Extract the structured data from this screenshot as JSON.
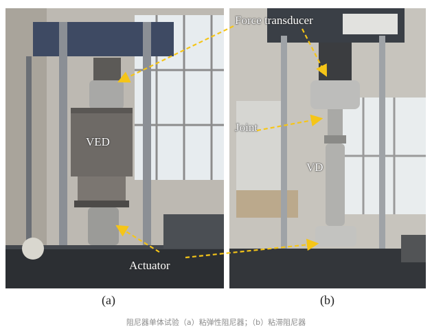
{
  "labels": {
    "ved": "VED",
    "force_transducer": "Force transducer",
    "joint": "Joint",
    "vd": "VD",
    "actuator": "Actuator"
  },
  "sublabels": {
    "a": "(a)",
    "b": "(b)"
  },
  "caption": "阻尼器单体试验（a）粘弹性阻尼器；（b）粘滞阻尼器",
  "colors": {
    "arrow": "#f5c518",
    "label_text": "#ffffff"
  }
}
